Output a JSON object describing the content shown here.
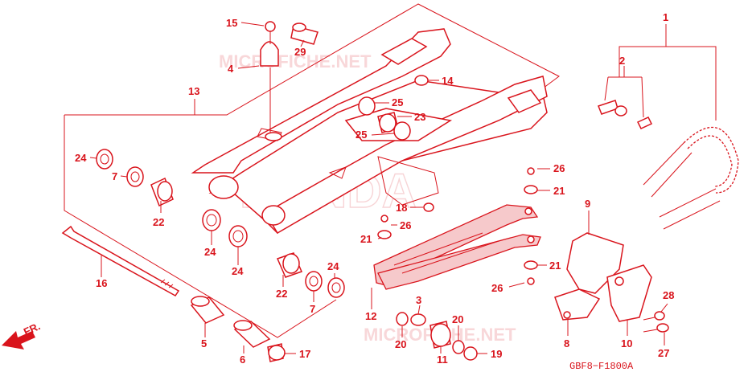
{
  "diagram": {
    "code": "GBF8−F1800A",
    "front_marker": "FR.",
    "watermarks": [
      "MICROFICHE.NET",
      "MICROFICHE.NET",
      "HONDA"
    ],
    "accent_color": "#d9141c",
    "callouts": [
      {
        "id": "p15",
        "text": "15"
      },
      {
        "id": "p29",
        "text": "29"
      },
      {
        "id": "p4",
        "text": "4"
      },
      {
        "id": "p14",
        "text": "14"
      },
      {
        "id": "p13",
        "text": "13"
      },
      {
        "id": "p25a",
        "text": "25"
      },
      {
        "id": "p23",
        "text": "23"
      },
      {
        "id": "p25b",
        "text": "25"
      },
      {
        "id": "p24a",
        "text": "24"
      },
      {
        "id": "p7a",
        "text": "7"
      },
      {
        "id": "p22a",
        "text": "22"
      },
      {
        "id": "p24b",
        "text": "24"
      },
      {
        "id": "p24c",
        "text": "24"
      },
      {
        "id": "p16",
        "text": "16"
      },
      {
        "id": "p22b",
        "text": "22"
      },
      {
        "id": "p24d",
        "text": "24"
      },
      {
        "id": "p7b",
        "text": "7"
      },
      {
        "id": "p5",
        "text": "5"
      },
      {
        "id": "p6",
        "text": "6"
      },
      {
        "id": "p17",
        "text": "17"
      },
      {
        "id": "p18",
        "text": "18"
      },
      {
        "id": "p26a",
        "text": "26"
      },
      {
        "id": "p21a",
        "text": "21"
      },
      {
        "id": "p26b",
        "text": "26"
      },
      {
        "id": "p21b",
        "text": "21"
      },
      {
        "id": "p12",
        "text": "12"
      },
      {
        "id": "p3",
        "text": "3"
      },
      {
        "id": "p20a",
        "text": "20"
      },
      {
        "id": "p11",
        "text": "11"
      },
      {
        "id": "p20b",
        "text": "20"
      },
      {
        "id": "p19",
        "text": "19"
      },
      {
        "id": "p21c",
        "text": "21"
      },
      {
        "id": "p26c",
        "text": "26"
      },
      {
        "id": "p9",
        "text": "9"
      },
      {
        "id": "p8",
        "text": "8"
      },
      {
        "id": "p10",
        "text": "10"
      },
      {
        "id": "p28",
        "text": "28"
      },
      {
        "id": "p27",
        "text": "27"
      },
      {
        "id": "p1",
        "text": "1"
      },
      {
        "id": "p2",
        "text": "2"
      }
    ]
  }
}
